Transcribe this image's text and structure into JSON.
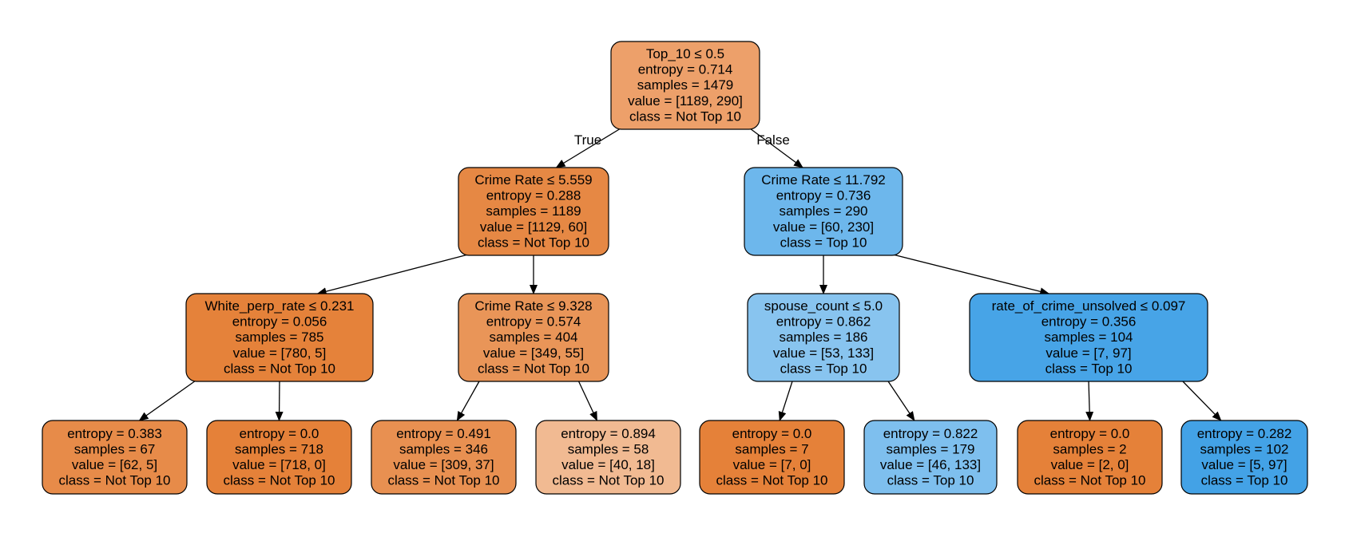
{
  "edge_labels": {
    "true_label": "True",
    "false_label": "False"
  },
  "nodes": [
    {
      "id": "n0",
      "lines": [
        "Top_10 ≤ 0.5",
        "entropy = 0.714",
        "samples = 1479",
        "value = [1189, 290]",
        "class = Not Top 10"
      ],
      "fill": "#eda06a"
    },
    {
      "id": "n1",
      "lines": [
        "Crime Rate ≤ 5.559",
        "entropy = 0.288",
        "samples = 1189",
        "value = [1129, 60]",
        "class = Not Top 10"
      ],
      "fill": "#e68844"
    },
    {
      "id": "n2",
      "lines": [
        "White_perp_rate ≤ 0.231",
        "entropy = 0.056",
        "samples = 785",
        "value = [780, 5]",
        "class = Not Top 10"
      ],
      "fill": "#e5823a"
    },
    {
      "id": "n3",
      "lines": [
        "entropy = 0.383",
        "samples = 67",
        "value = [62, 5]",
        "class = Not Top 10"
      ],
      "fill": "#e78b49"
    },
    {
      "id": "n4",
      "lines": [
        "entropy = 0.0",
        "samples = 718",
        "value = [718, 0]",
        "class = Not Top 10"
      ],
      "fill": "#e58139"
    },
    {
      "id": "n5",
      "lines": [
        "Crime Rate ≤ 9.328",
        "entropy = 0.574",
        "samples = 404",
        "value = [349, 55]",
        "class = Not Top 10"
      ],
      "fill": "#e99558"
    },
    {
      "id": "n6",
      "lines": [
        "entropy = 0.491",
        "samples = 346",
        "value = [309, 37]",
        "class = Not Top 10"
      ],
      "fill": "#e89051"
    },
    {
      "id": "n7",
      "lines": [
        "entropy = 0.894",
        "samples = 58",
        "value = [40, 18]",
        "class = Not Top 10"
      ],
      "fill": "#f1ba92"
    },
    {
      "id": "n8",
      "lines": [
        "Crime Rate ≤ 11.792",
        "entropy = 0.736",
        "samples = 290",
        "value = [60, 230]",
        "class = Top 10"
      ],
      "fill": "#6db7ec"
    },
    {
      "id": "n9",
      "lines": [
        "spouse_count ≤ 5.0",
        "entropy = 0.862",
        "samples = 186",
        "value = [53, 133]",
        "class = Top 10"
      ],
      "fill": "#88c4ef"
    },
    {
      "id": "n10",
      "lines": [
        "entropy = 0.0",
        "samples = 7",
        "value = [7, 0]",
        "class = Not Top 10"
      ],
      "fill": "#e58139"
    },
    {
      "id": "n11",
      "lines": [
        "entropy = 0.822",
        "samples = 179",
        "value = [46, 133]",
        "class = Top 10"
      ],
      "fill": "#7ebfee"
    },
    {
      "id": "n12",
      "lines": [
        "rate_of_crime_unsolved ≤ 0.097",
        "entropy = 0.356",
        "samples = 104",
        "value = [7, 97]",
        "class = Top 10"
      ],
      "fill": "#47a4e7"
    },
    {
      "id": "n13",
      "lines": [
        "entropy = 0.0",
        "samples = 2",
        "value = [2, 0]",
        "class = Not Top 10"
      ],
      "fill": "#e58139"
    },
    {
      "id": "n14",
      "lines": [
        "entropy = 0.282",
        "samples = 102",
        "value = [5, 97]",
        "class = Top 10"
      ],
      "fill": "#43a2e6"
    }
  ],
  "edges": [
    [
      "n0",
      "n1"
    ],
    [
      "n0",
      "n8"
    ],
    [
      "n1",
      "n2"
    ],
    [
      "n1",
      "n5"
    ],
    [
      "n2",
      "n3"
    ],
    [
      "n2",
      "n4"
    ],
    [
      "n5",
      "n6"
    ],
    [
      "n5",
      "n7"
    ],
    [
      "n8",
      "n9"
    ],
    [
      "n8",
      "n12"
    ],
    [
      "n9",
      "n10"
    ],
    [
      "n9",
      "n11"
    ],
    [
      "n12",
      "n13"
    ],
    [
      "n12",
      "n14"
    ]
  ]
}
